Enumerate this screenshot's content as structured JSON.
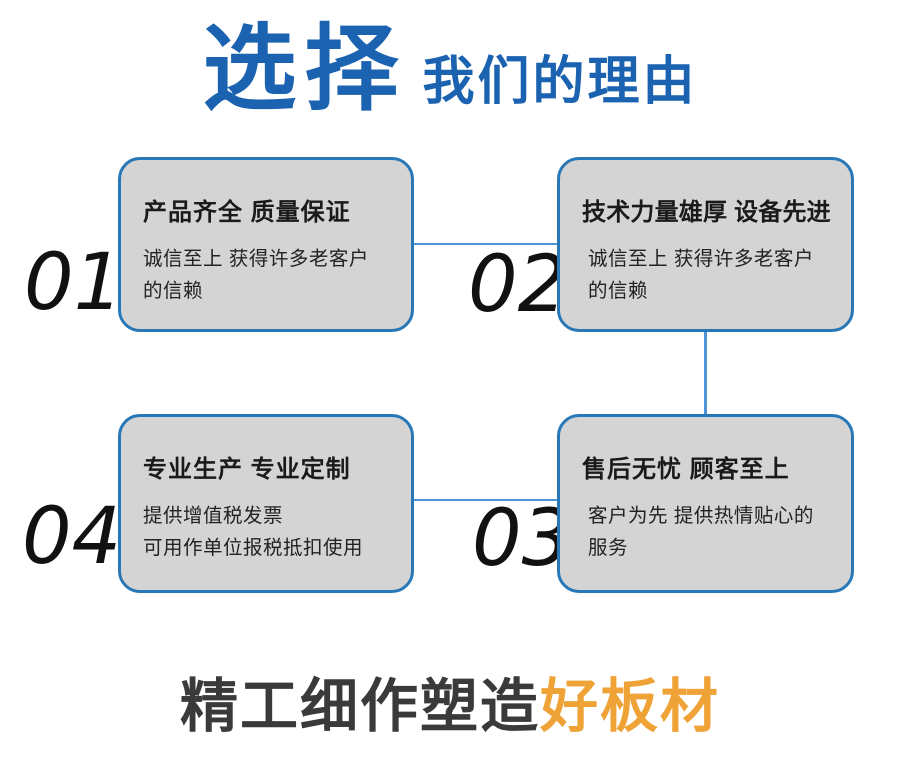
{
  "header": {
    "title_primary": "选择",
    "title_secondary": "我们的理由"
  },
  "reasons": [
    {
      "number": "01",
      "title": "产品齐全 质量保证",
      "desc_line1": "诚信至上 获得许多老客户",
      "desc_line2": "的信赖"
    },
    {
      "number": "02",
      "title": "技术力量雄厚 设备先进",
      "desc_line1": "诚信至上 获得许多老客户",
      "desc_line2": "的信赖"
    },
    {
      "number": "03",
      "title": "售后无忧 顾客至上",
      "desc_line1": "客户为先 提供热情贴心的",
      "desc_line2": "服务"
    },
    {
      "number": "04",
      "title": "专业生产 专业定制",
      "desc_line1": "提供增值税发票",
      "desc_line2": "可用作单位报税抵扣使用"
    }
  ],
  "footer": {
    "text_dark": "精工细作塑造",
    "text_accent": "好板材"
  },
  "colors": {
    "brand_blue": "#1b62b0",
    "box_border_blue": "#2878b8",
    "connector_blue": "#4f94d4",
    "box_background": "#d4d4d4",
    "accent_orange": "#efa337",
    "text_dark": "#3a3a3a"
  }
}
